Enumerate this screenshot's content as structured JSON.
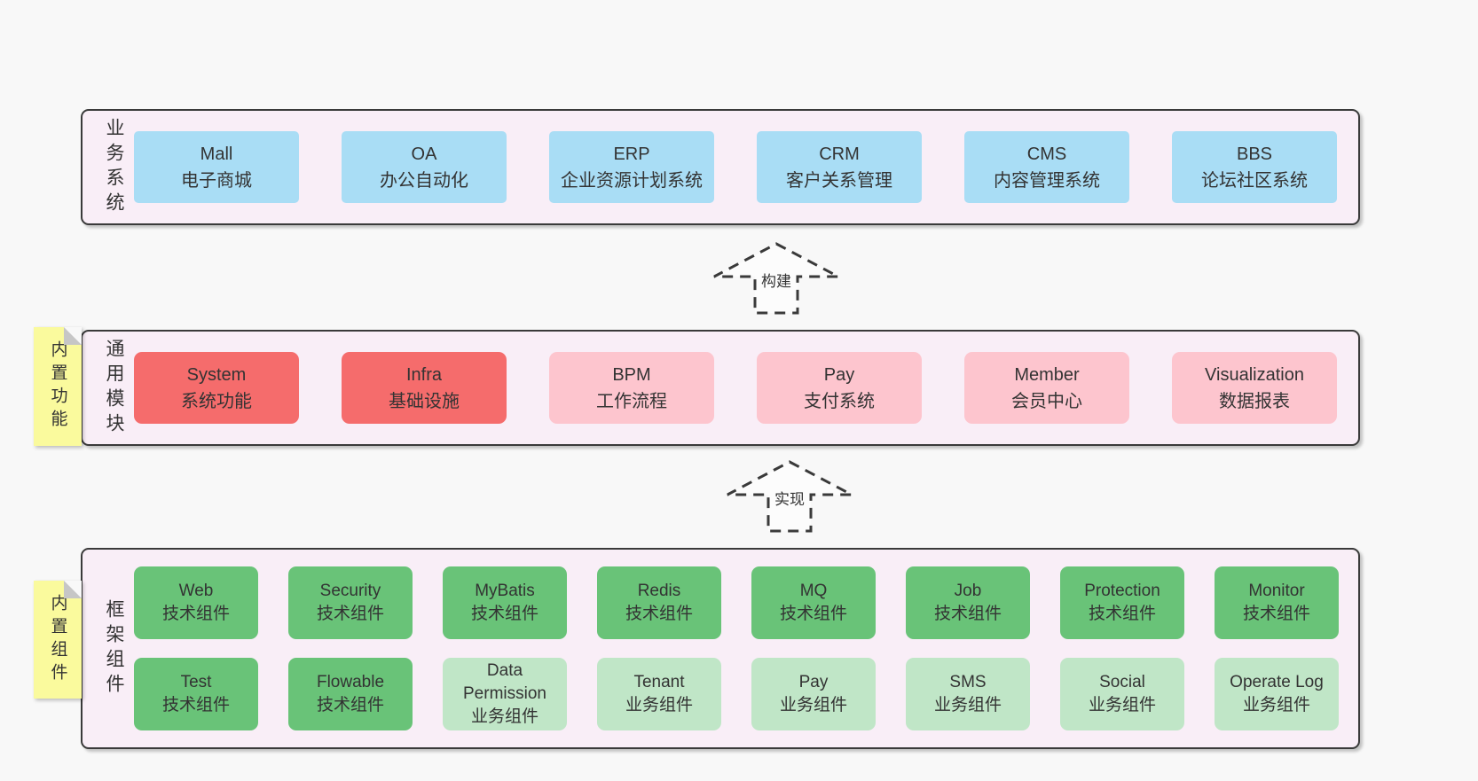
{
  "bands": [
    {
      "label": "业务系统",
      "boxes": [
        {
          "name": "Mall",
          "subtitle": "电子商城"
        },
        {
          "name": "OA",
          "subtitle": "办公自动化"
        },
        {
          "name": "ERP",
          "subtitle": "企业资源计划系统"
        },
        {
          "name": "CRM",
          "subtitle": "客户关系管理"
        },
        {
          "name": "CMS",
          "subtitle": "内容管理系统"
        },
        {
          "name": "BBS",
          "subtitle": "论坛社区系统"
        }
      ]
    },
    {
      "label": "通用模块",
      "sticky_note": "内置功能",
      "boxes": [
        {
          "name": "System",
          "subtitle": "系统功能",
          "variant": "core"
        },
        {
          "name": "Infra",
          "subtitle": "基础设施",
          "variant": "core"
        },
        {
          "name": "BPM",
          "subtitle": "工作流程",
          "variant": "extension"
        },
        {
          "name": "Pay",
          "subtitle": "支付系统",
          "variant": "extension"
        },
        {
          "name": "Member",
          "subtitle": "会员中心",
          "variant": "extension"
        },
        {
          "name": "Visualization",
          "subtitle": "数据报表",
          "variant": "extension"
        }
      ]
    },
    {
      "label": "框架组件",
      "sticky_note": "内置组件",
      "rows": [
        [
          {
            "name": "Web",
            "subtitle": "技术组件",
            "variant": "tech"
          },
          {
            "name": "Security",
            "subtitle": "技术组件",
            "variant": "tech"
          },
          {
            "name": "MyBatis",
            "subtitle": "技术组件",
            "variant": "tech"
          },
          {
            "name": "Redis",
            "subtitle": "技术组件",
            "variant": "tech"
          },
          {
            "name": "MQ",
            "subtitle": "技术组件",
            "variant": "tech"
          },
          {
            "name": "Job",
            "subtitle": "技术组件",
            "variant": "tech"
          },
          {
            "name": "Protection",
            "subtitle": "技术组件",
            "variant": "tech"
          },
          {
            "name": "Monitor",
            "subtitle": "技术组件",
            "variant": "tech"
          }
        ],
        [
          {
            "name": "Test",
            "subtitle": "技术组件",
            "variant": "tech"
          },
          {
            "name": "Flowable",
            "subtitle": "技术组件",
            "variant": "tech"
          },
          {
            "name": "Data Permission",
            "subtitle": "业务组件",
            "variant": "biz"
          },
          {
            "name": "Tenant",
            "subtitle": "业务组件",
            "variant": "biz"
          },
          {
            "name": "Pay",
            "subtitle": "业务组件",
            "variant": "biz"
          },
          {
            "name": "SMS",
            "subtitle": "业务组件",
            "variant": "biz"
          },
          {
            "name": "Social",
            "subtitle": "业务组件",
            "variant": "biz"
          },
          {
            "name": "Operate Log",
            "subtitle": "业务组件",
            "variant": "biz"
          }
        ]
      ]
    }
  ],
  "arrows": [
    {
      "label": "构建"
    },
    {
      "label": "实现"
    }
  ],
  "colors": {
    "page_bg": "#f8f8f8",
    "band_bg": "#f9eef7",
    "band_border": "#3a3a3a",
    "business_blue": "#a9ddf5",
    "core_red": "#f56c6c",
    "extension_pink": "#fdc5ce",
    "tech_green": "#69c378",
    "biz_light_green": "#c0e6c7",
    "sticky_yellow": "#fafa9d",
    "text": "#333333"
  }
}
